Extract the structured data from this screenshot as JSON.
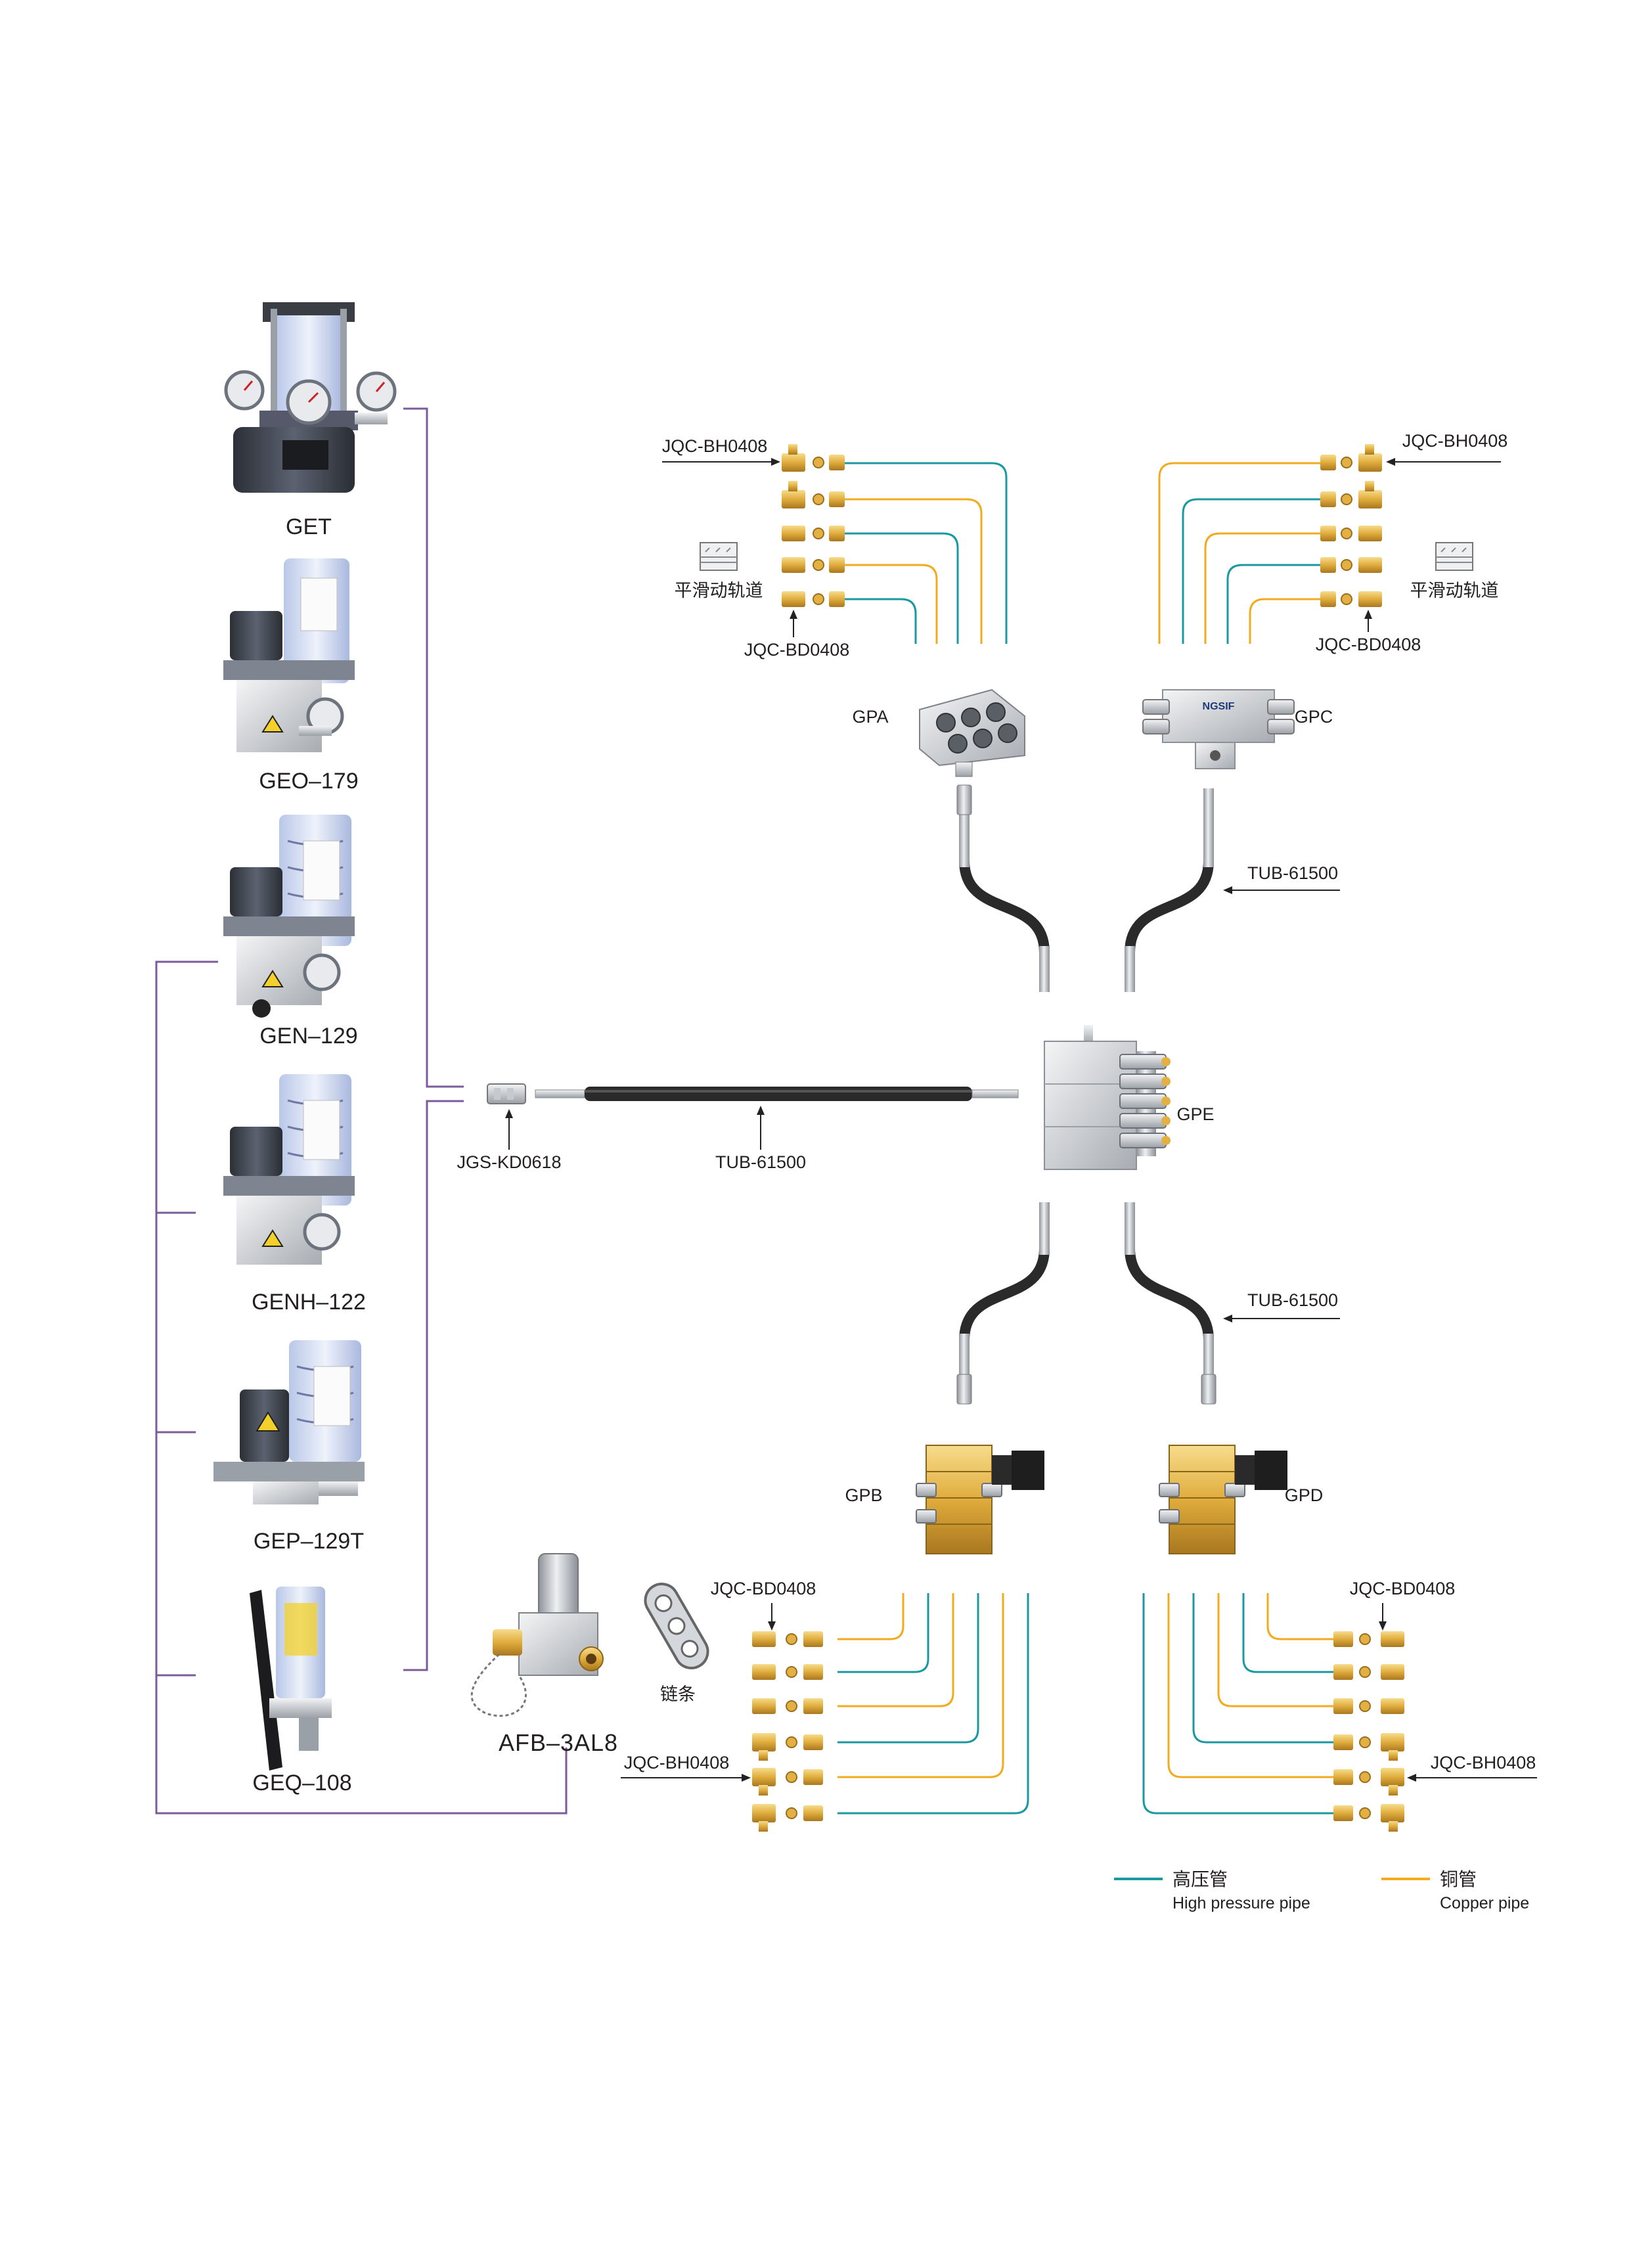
{
  "pumps": [
    {
      "id": "get",
      "label": "GET"
    },
    {
      "id": "geo179",
      "label": "GEO–179"
    },
    {
      "id": "gen129",
      "label": "GEN–129"
    },
    {
      "id": "genh122",
      "label": "GENH–122"
    },
    {
      "id": "gep129t",
      "label": "GEP–129T"
    },
    {
      "id": "geq108",
      "label": "GEQ–108"
    }
  ],
  "dividers": {
    "gpa": "GPA",
    "gpc": "GPC",
    "gpe": "GPE",
    "gpb": "GPB",
    "gpd": "GPD"
  },
  "labels": {
    "jgs": "JGS-KD0618",
    "tub_main": "TUB-61500",
    "tub_upper": "TUB-61500",
    "tub_lower": "TUB-61500",
    "afb": "AFB–3AL8",
    "chain": "链条",
    "slide_left": "平滑动轨道",
    "slide_right": "平滑动轨道",
    "jqc_bh_tl": "JQC-BH0408",
    "jqc_bd_tl": "JQC-BD0408",
    "jqc_bh_tr": "JQC-BH0408",
    "jqc_bd_tr": "JQC-BD0408",
    "jqc_bd_bl": "JQC-BD0408",
    "jqc_bh_bl": "JQC-BH0408",
    "jqc_bd_br": "JQC-BD0408",
    "jqc_bh_br": "JQC-BH0408",
    "brand": "NGSIF"
  },
  "legend": {
    "high_cn": "高压管",
    "high_en": "High pressure pipe",
    "copper_cn": "铜管",
    "copper_en": "Copper pipe"
  },
  "colors": {
    "high_pressure": "#1a9aa0",
    "copper": "#f2ab1f",
    "bracket": "#7b5b9a",
    "brass": "#e2b043",
    "hose": "#2a2a2a"
  }
}
